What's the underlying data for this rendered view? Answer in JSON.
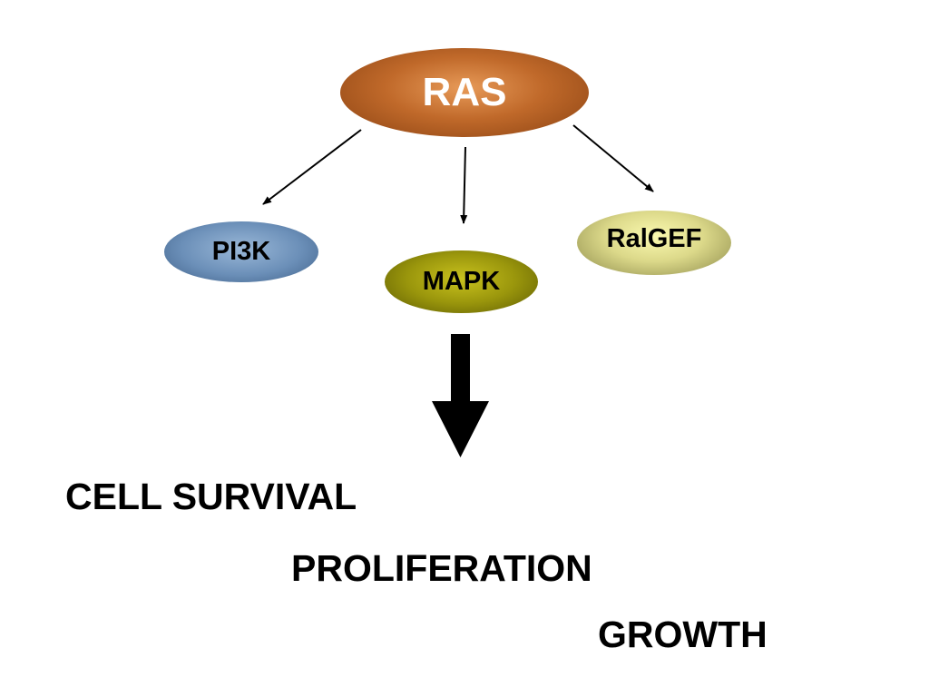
{
  "diagram": {
    "nodes": {
      "ras": {
        "label": "RAS",
        "color": "#b0601f",
        "text_color": "#ffffff"
      },
      "pi3k": {
        "label": "PI3K",
        "color": "#6b8fb8",
        "text_color": "#000000"
      },
      "mapk": {
        "label": "MAPK",
        "color": "#9a960c",
        "text_color": "#000000"
      },
      "ralgef": {
        "label": "RalGEF",
        "color": "#dcd98a",
        "text_color": "#000000"
      }
    },
    "edges": [
      {
        "from": "RAS",
        "to": "PI3K"
      },
      {
        "from": "RAS",
        "to": "MAPK"
      },
      {
        "from": "RAS",
        "to": "RalGEF"
      },
      {
        "from": "MAPK",
        "to": "outcomes"
      }
    ],
    "outcomes": {
      "survival": "CELL SURVIVAL",
      "proliferation": "PROLIFERATION",
      "growth": "GROWTH"
    }
  }
}
